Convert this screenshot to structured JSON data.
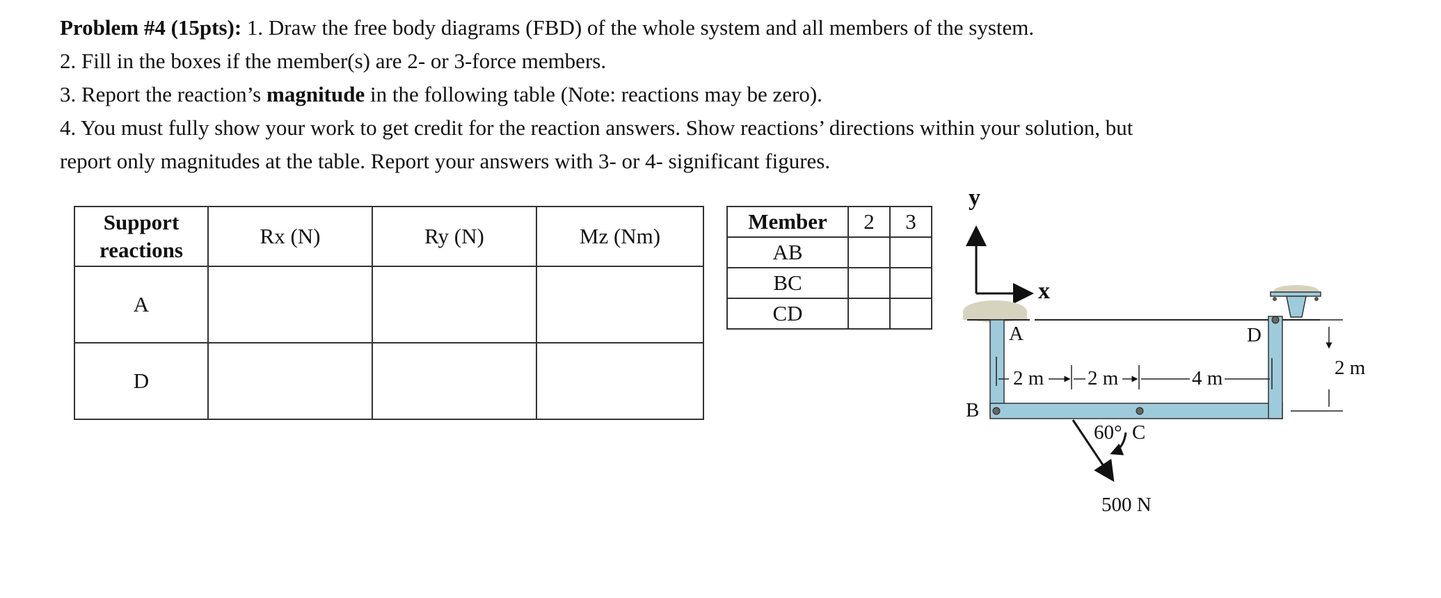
{
  "problem": {
    "heading": "Problem #4 (15pts):",
    "item1": "1. Draw the free body diagrams (FBD) of the whole system and all members of the system.",
    "item2": "2. Fill in the boxes if the member(s) are 2- or 3-force members.",
    "item3_prefix": "3. Report the reaction’s ",
    "item3_bold": "magnitude",
    "item3_suffix": " in the following table (Note: reactions may be zero).",
    "item4_line1": "4. You must fully show your work to get credit for the reaction answers. Show reactions’ directions within your solution, but",
    "item4_line2": "report only magnitudes at the table. Report your answers with 3- or 4- significant figures."
  },
  "reactions_table": {
    "headers": [
      "Support reactions",
      "Rx (N)",
      "Ry (N)",
      "Mz (Nm)"
    ],
    "header_first_line1": "Support",
    "header_first_line2": "reactions",
    "rows": [
      {
        "support": "A",
        "rx": "",
        "ry": "",
        "mz": ""
      },
      {
        "support": "D",
        "rx": "",
        "ry": "",
        "mz": ""
      }
    ]
  },
  "members_table": {
    "headers": [
      "Member",
      "2",
      "3"
    ],
    "rows": [
      {
        "member": "AB",
        "two": "",
        "three": ""
      },
      {
        "member": "BC",
        "two": "",
        "three": ""
      },
      {
        "member": "CD",
        "two": "",
        "three": ""
      }
    ]
  },
  "figure": {
    "axis_y": "y",
    "axis_x": "x",
    "point_a": "A",
    "point_b": "B",
    "point_c": "C",
    "point_d": "D",
    "dim_1": "2 m",
    "dim_2": "2 m",
    "dim_3": "4 m",
    "dim_height": "2 m",
    "angle": "60°",
    "force": "500 N",
    "member_color": "#9ecbdb",
    "support_color": "#d6d3bf"
  }
}
